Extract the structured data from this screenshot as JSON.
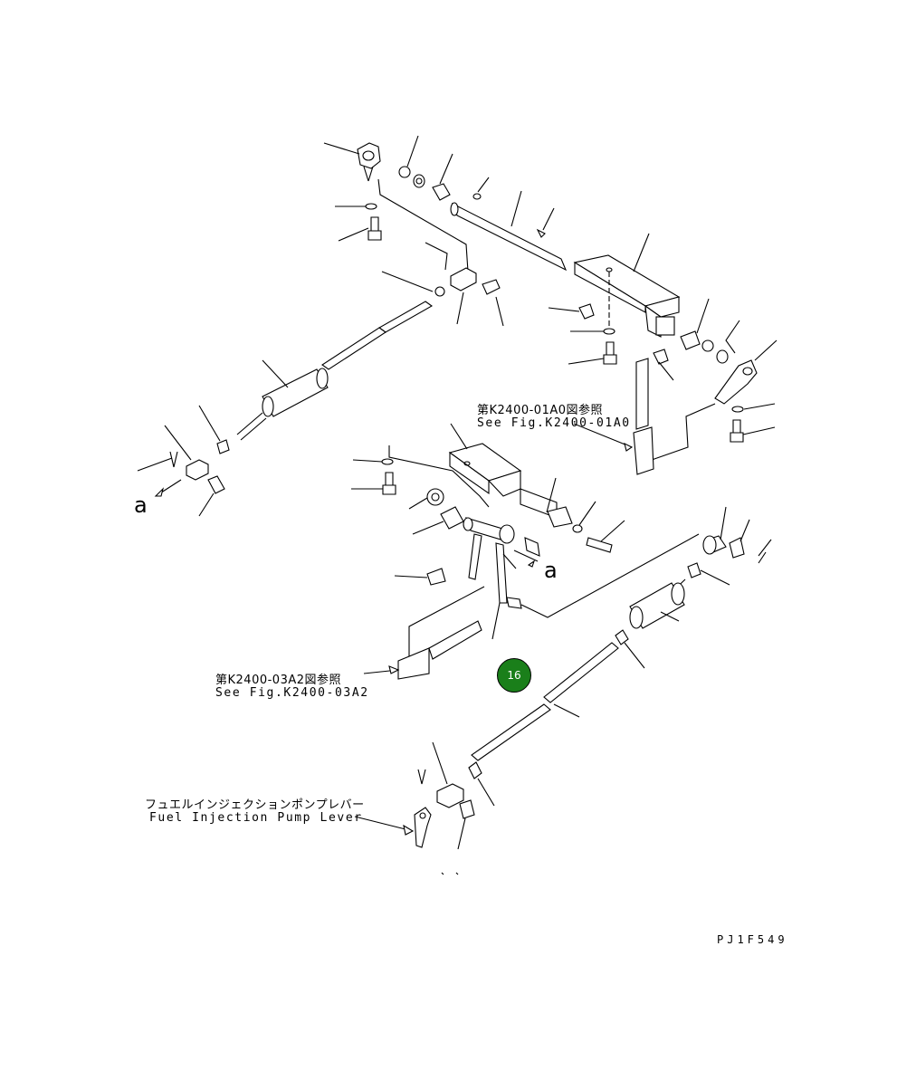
{
  "references": {
    "fig01_jp": "第K2400-01A0図参照",
    "fig01_en": "See Fig.K2400-01A0",
    "fig03_jp": "第K2400-03A2図参照",
    "fig03_en": "See Fig.K2400-03A2"
  },
  "pump_lever": {
    "jp": "フュエルインジェクションポンプレバー",
    "en": "Fuel Injection Pump Lever"
  },
  "markers": {
    "a_left": "a",
    "a_center": "a"
  },
  "callout": {
    "number": "16",
    "color": "#1a7f1a"
  },
  "drawing_code": "PJ1F549"
}
